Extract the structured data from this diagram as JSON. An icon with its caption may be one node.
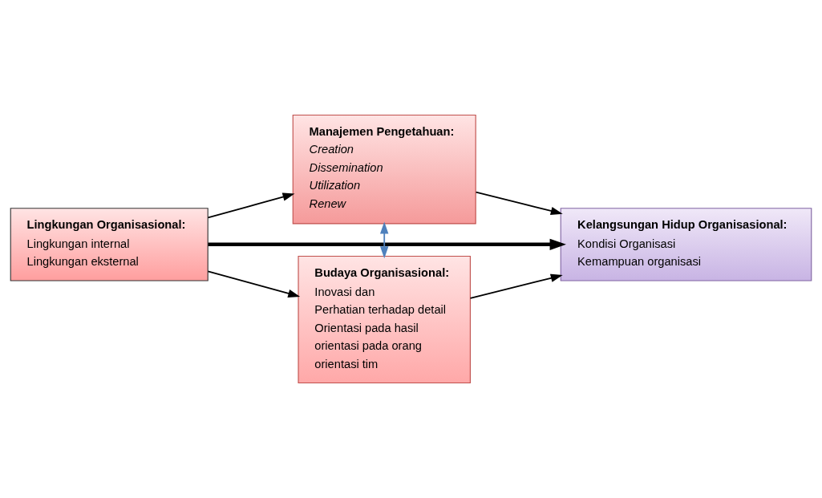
{
  "diagram": {
    "nodes": [
      {
        "text": [
          "Lingkungan Organisasional:",
          "Lingkungan internal",
          "Lingkungan eksternal"
        ]
      },
      {
        "text": [
          "Manajemen Pengetahuan:",
          "Creation",
          "Dissemination",
          "Utilization",
          "Renew"
        ]
      },
      {
        "text": [
          "Budaya Organisasional:",
          "Inovasi dan",
          "Perhatian terhadap detail",
          "Orientasi pada hasil",
          "orientasi pada orang",
          "orientasi tim"
        ]
      },
      {
        "text": [
          "Kelangsungan Hidup Organisasional:",
          "Kondisi Organisasi",
          "Kemampuan organisasi"
        ]
      }
    ],
    "edges": [
      {
        "from": 0,
        "to": 3,
        "arrow": "to",
        "style": "thick"
      },
      {
        "from": 0,
        "to": 1,
        "arrow": "to"
      },
      {
        "from": 0,
        "to": 2,
        "arrow": "to"
      },
      {
        "from": 1,
        "to": 2,
        "arrow": "both",
        "color": "#4f81bd"
      },
      {
        "from": 1,
        "to": 3,
        "arrow": "to"
      },
      {
        "from": 2,
        "to": 3,
        "arrow": "to"
      }
    ]
  }
}
